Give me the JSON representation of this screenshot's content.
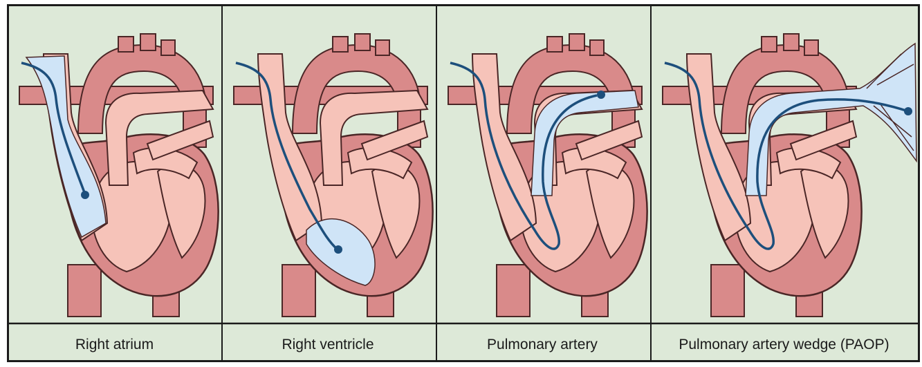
{
  "panels": [
    {
      "label": "Right atrium",
      "catheter_tip": "right-atrium"
    },
    {
      "label": "Right ventricle",
      "catheter_tip": "right-ventricle"
    },
    {
      "label": "Pulmonary artery",
      "catheter_tip": "pulmonary-artery"
    },
    {
      "label": "Pulmonary artery wedge (PAOP)",
      "catheter_tip": "pulmonary-artery-wedge"
    }
  ],
  "colors": {
    "background": "#dde9d8",
    "heart_outer": "#d98a8a",
    "heart_inner": "#f6c3b9",
    "outline": "#4a2626",
    "catheter": "#1d4f7c",
    "highlight_blue": "#cfe4f7",
    "frame": "#1b1b1b"
  },
  "icons": [
    "heart-illustration",
    "catheter-line",
    "catheter-tip-dot"
  ]
}
